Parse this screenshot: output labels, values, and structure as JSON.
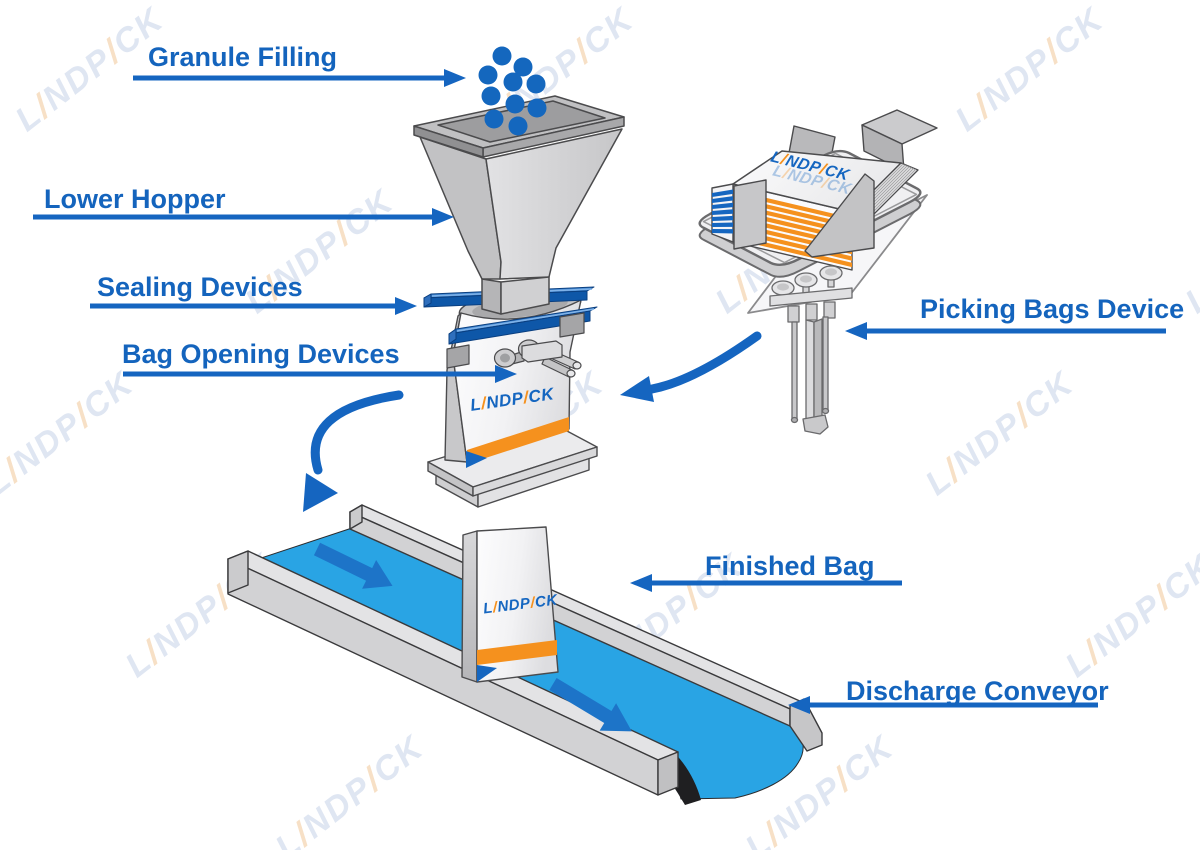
{
  "labels": {
    "granule_filling": "Granule Filling",
    "lower_hopper": "Lower Hopper",
    "sealing_devices": "Sealing Devices",
    "bag_opening_devices": "Bag Opening Devices",
    "picking_bags_device": "Picking Bags Device",
    "finished_bag": "Finished Bag",
    "discharge_conveyor": "Discharge Conveyor"
  },
  "brand": {
    "name": "LANDPACK",
    "logo_segments": [
      {
        "text": "L",
        "color": "blue"
      },
      {
        "text": "/",
        "color": "orange"
      },
      {
        "text": "NDP",
        "color": "blue"
      },
      {
        "text": "/",
        "color": "orange"
      },
      {
        "text": "CK",
        "color": "blue"
      }
    ]
  },
  "colors": {
    "label_blue": "#1464bd",
    "arrow_blue": "#1565c0",
    "belt_blue": "#29a4e4",
    "belt_arrow": "#1d74c8",
    "seal_top": "#3f86d2",
    "seal_front": "#0e57a8",
    "orange": "#f5911e",
    "logo_blue": "#1566c0",
    "granule": "#1467be",
    "wm_blue": "#dfe6f2",
    "wm_orange": "#f7e0c6"
  }
}
